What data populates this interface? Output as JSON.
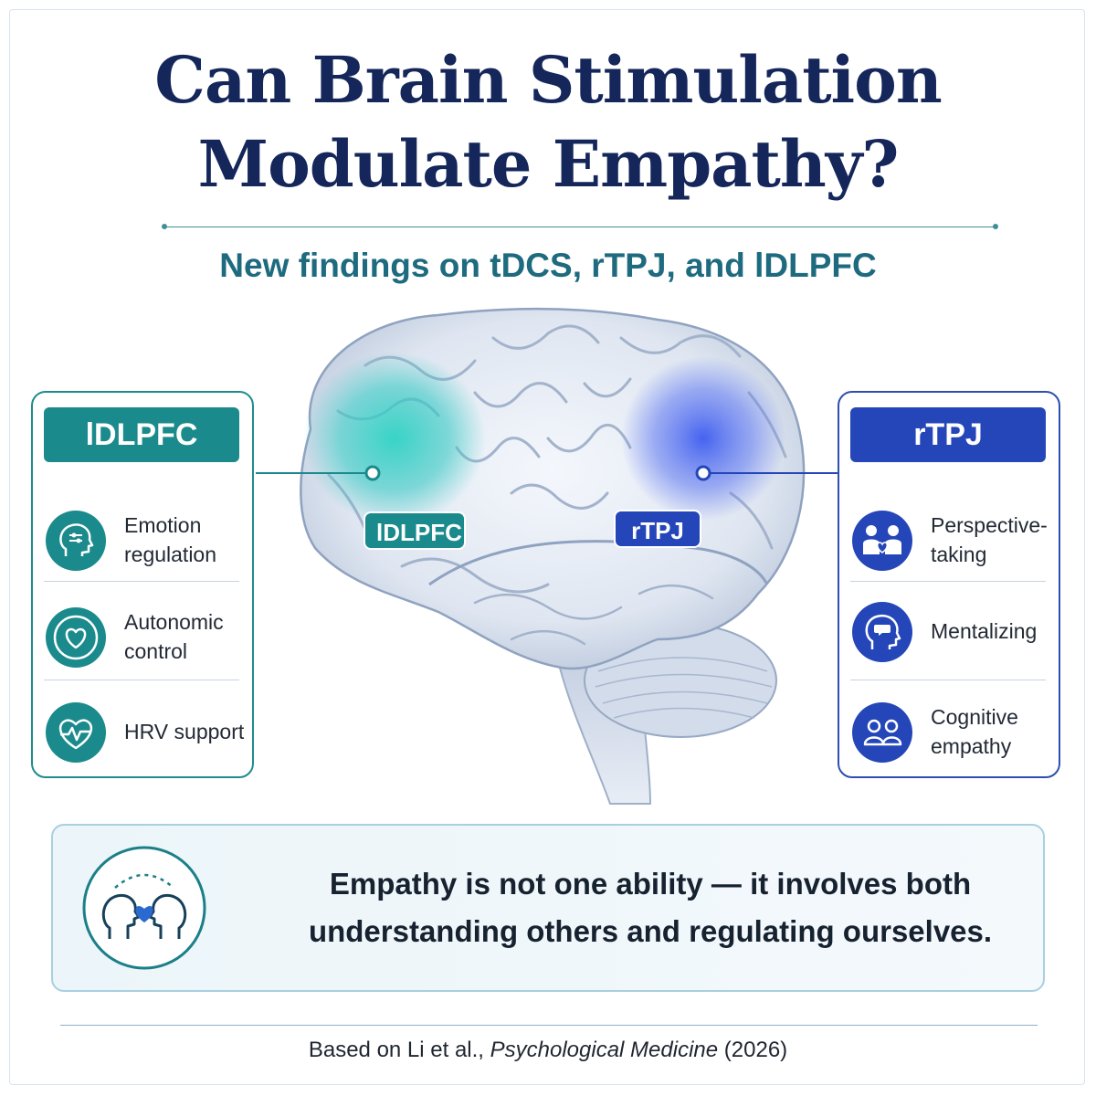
{
  "title": {
    "line1": "Can Brain Stimulation",
    "line2": "Modulate Empathy?"
  },
  "subtitle": "New findings on tDCS, rTPJ, and lDLPFC",
  "brain": {
    "left_region_label": "lDLPFC",
    "right_region_label": "rTPJ",
    "left_color": "#2fd3c4",
    "right_color": "#3d5cf0"
  },
  "left_panel": {
    "heading": "lDLPFC",
    "color": "#1b8a8c",
    "items": [
      {
        "label": "Emotion regulation",
        "icon": "head-sliders-icon"
      },
      {
        "label": "Autonomic control",
        "icon": "heart-icon"
      },
      {
        "label": "HRV support",
        "icon": "heart-pulse-icon"
      }
    ]
  },
  "right_panel": {
    "heading": "rTPJ",
    "color": "#2446b8",
    "items": [
      {
        "label": "Perspective-taking",
        "icon": "two-people-heart-icon"
      },
      {
        "label": "Mentalizing",
        "icon": "head-speech-icon"
      },
      {
        "label": "Cognitive empathy",
        "icon": "people-group-icon"
      }
    ]
  },
  "takeaway": {
    "line1": "Empathy is not one ability — it involves both",
    "line2": "understanding others and regulating ourselves.",
    "icon": "two-heads-heart-icon"
  },
  "footer": {
    "prefix": "Based on  Li et al., ",
    "journal": "Psychological Medicine",
    "year": " (2026)"
  }
}
